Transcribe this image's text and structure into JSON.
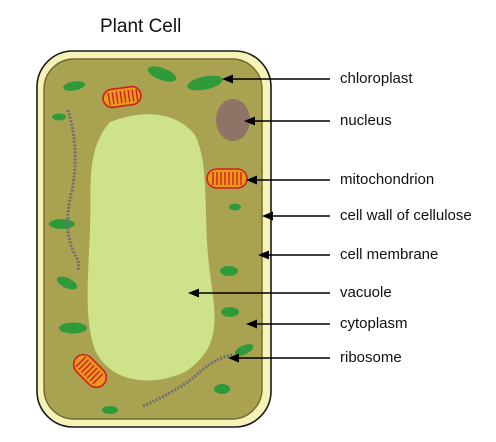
{
  "title": "Plant Cell",
  "labels": {
    "chloroplast": "chloroplast",
    "nucleus": "nucleus",
    "mitochondrion": "mitochondrion",
    "cell_wall": "cell wall of cellulose",
    "cell_membrane": "cell membrane",
    "vacuole": "vacuole",
    "cytoplasm": "cytoplasm",
    "ribosome": "ribosome"
  },
  "colors": {
    "cell_wall": "#f7f3b8",
    "cytoplasm": "#a9a351",
    "vacuole": "#cde289",
    "chloroplast": "#2f9a3a",
    "nucleus": "#8e7466",
    "mitochondrion_fill": "#e89a1c",
    "mitochondrion_inner": "#d21f1f",
    "ribosome": "#6f6f6f"
  }
}
